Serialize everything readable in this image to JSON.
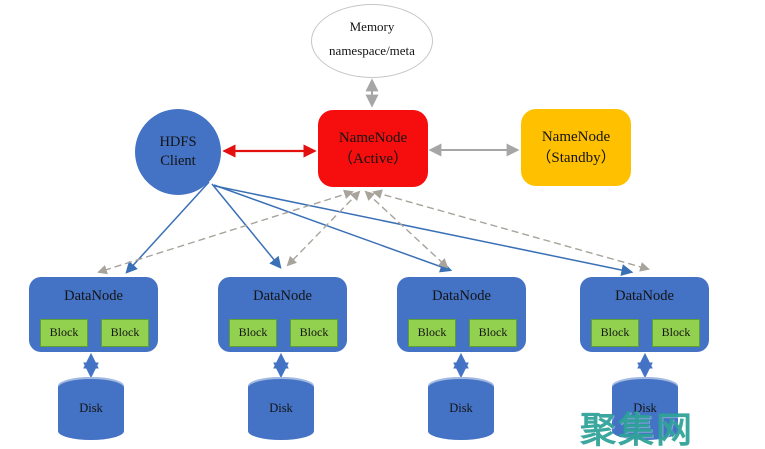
{
  "memory": {
    "line1": "Memory",
    "line2": "namespace/meta"
  },
  "hdfs_client": {
    "line1": "HDFS",
    "line2": "Client"
  },
  "namenode_active": {
    "line1": "NameNode",
    "line2": "（Active）"
  },
  "namenode_standby": {
    "line1": "NameNode",
    "line2": "（Standby）"
  },
  "datanodes": [
    {
      "label": "DataNode",
      "blocks": [
        "Block",
        "Block"
      ],
      "disk": "Disk"
    },
    {
      "label": "DataNode",
      "blocks": [
        "Block",
        "Block"
      ],
      "disk": "Disk"
    },
    {
      "label": "DataNode",
      "blocks": [
        "Block",
        "Block"
      ],
      "disk": "Disk"
    },
    {
      "label": "DataNode",
      "blocks": [
        "Block",
        "Block"
      ],
      "disk": "Disk"
    }
  ],
  "watermark": "聚集网",
  "colors": {
    "node_blue": "#4472C4",
    "active_red": "#F60E0E",
    "standby_orange": "#FFC000",
    "block_green": "#92D050",
    "block_border_green": "#5FA032",
    "client_line_blue": "#3A70B6",
    "disk_arrow_blue": "#4472C4",
    "gray_arrow": "#A6A6A6",
    "dashed_gray": "#A8A49C",
    "red_arrow": "#E31010",
    "watermark_teal": "#2AA096"
  }
}
